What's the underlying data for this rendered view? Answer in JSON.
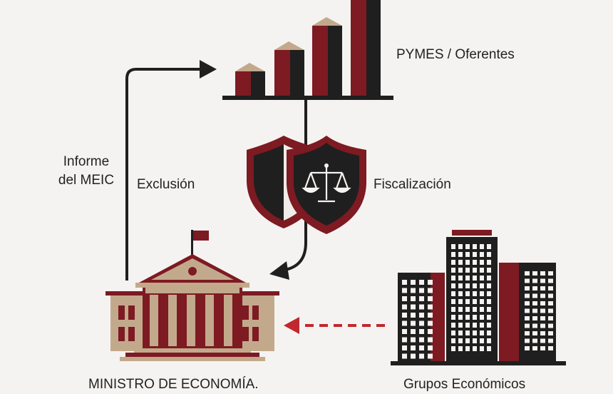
{
  "labels": {
    "pymes": "PYMES / Oferentes",
    "informe_line1": "Informe",
    "informe_line2": "del MEIC",
    "exclusion": "Exclusión",
    "fiscalizacion": "Fiscalización",
    "ministro": "MINISTRO DE ECONOMÍA.",
    "grupos": "Grupos Económicos"
  },
  "icons": {
    "chart": "bar-chart-icon",
    "shields": "shield-scales-icon",
    "ministry": "government-building-icon",
    "groups": "office-towers-icon"
  },
  "colors": {
    "dark": "#1f1f1f",
    "maroon": "#7d1a22",
    "tan": "#c3a98c",
    "dashed_arrow": "#c0282e",
    "background": "#f5f3f1"
  }
}
